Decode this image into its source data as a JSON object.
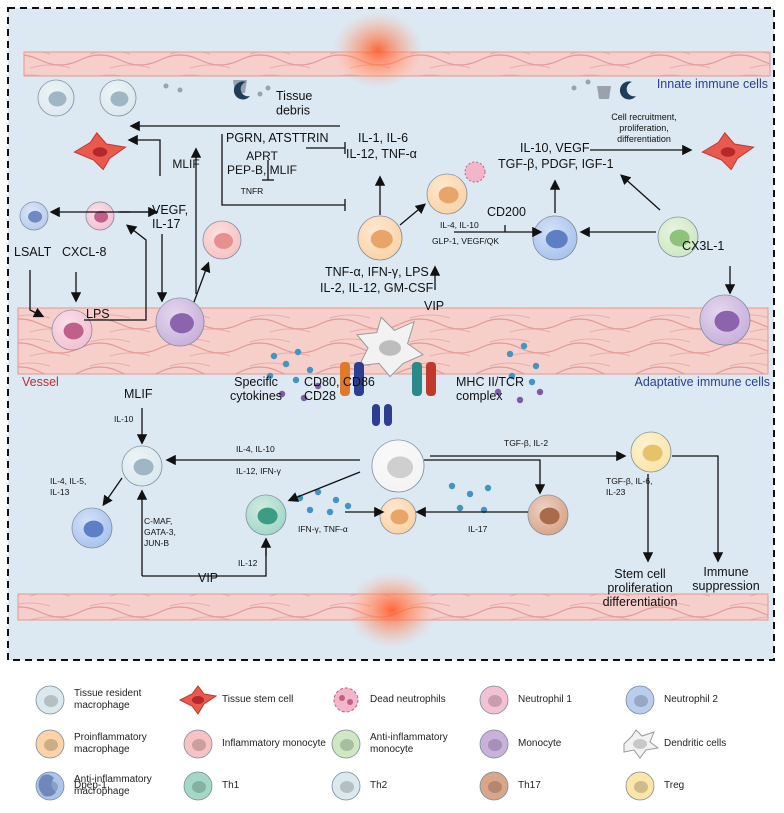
{
  "sections": {
    "innate": "Innate immune cells",
    "adaptive": "Adaptative immune cells",
    "vessel": "Vessel",
    "tissue_debris": "Tissue\ndebris"
  },
  "innate_labels": {
    "pgrn": "PGRN, ATSTTRIN",
    "aprt": "APRT",
    "pepb": "PEP-B, MLIF",
    "tnfr": "TNFR",
    "mlif_top": "MLIF",
    "il1": "IL-1, IL-6",
    "il12": "IL-12, TNF-α",
    "il10_vegf": "IL-10, VEGF",
    "tgf": "TGF-β, PDGF, IGF-1",
    "recruit": "Cell recruitment,\nproliferation,\ndifferentiation",
    "cd200": "CD200",
    "il4_il10": "IL-4, IL-10",
    "glp": "GLP-1, VEGF/QK",
    "vegf_il17": "VEGF,\nIL-17",
    "lsalt": "LSALT",
    "cxcl8": "CXCL-8",
    "lps": "LPS",
    "cx3l": "CX3L-1",
    "tnf_ifn": "TNF-α, IFN-γ, LPS",
    "il2_il12": "IL-2, IL-12, GM-CSF",
    "vip_top": "VIP"
  },
  "adaptive_labels": {
    "specific": "Specific\ncytokines",
    "cd80": "CD80, CD86\nCD28",
    "mhc": "MHC II/TCR\ncomplex",
    "mlif": "MLIF",
    "il10": "IL-10",
    "il4_il5": "IL-4, IL-5,\nIL-13",
    "il4_il10": "IL-4, IL-10",
    "il12_ifn": "IL-12, IFN-γ",
    "cmaf": "C-MAF,\nGATA-3,\nJUN-B",
    "vip": "VIP",
    "il12": "IL-12",
    "ifn_tnf": "IFN-γ, TNF-α",
    "il17": "IL-17",
    "tgf_il2": "TGF-β, IL-2",
    "tgf_il6": "TGF-β, IL-6,\nIL-23",
    "stem": "Stem cell\nproliferation\ndifferentiation",
    "immune": "Immune\nsuppression"
  },
  "legend": [
    {
      "label": "Tissue resident\nmacrophage",
      "icon": "tissue-resident-macrophage",
      "color": "#dbe9ee"
    },
    {
      "label": "Tissue stem cell",
      "icon": "tissue-stem-cell",
      "color": "#e9594e"
    },
    {
      "label": "Dead neutrophils",
      "icon": "dead-neutrophils",
      "color": "#f2b6c8"
    },
    {
      "label": "Neutrophil 1",
      "icon": "neutrophil-1",
      "color": "#f3c1d3"
    },
    {
      "label": "Neutrophil 2",
      "icon": "neutrophil-2",
      "color": "#b9cdee"
    },
    {
      "label": "Proinflammatory\nmacrophage",
      "icon": "proinflammatory-macrophage",
      "color": "#fbd3a6"
    },
    {
      "label": "Inflammatory monocyte",
      "icon": "inflammatory-monocyte",
      "color": "#f7c2c2"
    },
    {
      "label": "Anti-inflammatory\nmonocyte",
      "icon": "anti-inflammatory-monocyte",
      "color": "#cfe8c3"
    },
    {
      "label": "Monocyte",
      "icon": "monocyte",
      "color": "#c9b1dc"
    },
    {
      "label": "Dendritic cells",
      "icon": "dendritic-cells",
      "color": "#eeeeee"
    },
    {
      "label": "Anti-inflammatory\nmacrophage",
      "icon": "anti-inflammatory-macrophage",
      "color": "#a9c4ef"
    },
    {
      "label": "Th1",
      "icon": "th1",
      "color": "#a4d8c6"
    },
    {
      "label": "Th2",
      "icon": "th2",
      "color": "#dbe9ee"
    },
    {
      "label": "Th17",
      "icon": "th17",
      "color": "#d9a689"
    },
    {
      "label": "Treg",
      "icon": "treg",
      "color": "#fbe6a8"
    },
    {
      "label": "Dpep-1",
      "icon": "dpep-1",
      "color": "#6f87b9"
    }
  ],
  "colors": {
    "background": "#dce8f2",
    "vessel": "#f3c6c3",
    "cell_line": "#e39893",
    "innate_title": "#2b3f93",
    "vessel_title": "#c8282f"
  }
}
